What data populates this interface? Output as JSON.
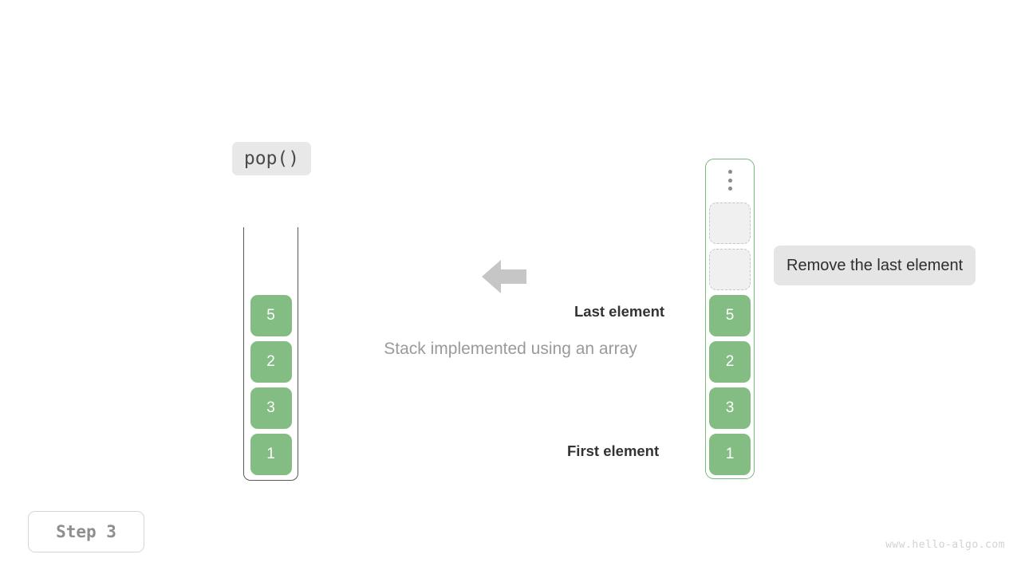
{
  "operation": {
    "label": "pop()"
  },
  "caption": {
    "text": "Stack implemented using an array"
  },
  "note": {
    "text": "Remove the last element"
  },
  "annotations": {
    "last_element": "Last element",
    "first_element": "First element"
  },
  "step": {
    "label": "Step 3"
  },
  "watermark": {
    "text": "www.hello-algo.com"
  },
  "stack": {
    "name": "stack-container",
    "open_top": true,
    "items": [
      {
        "value": "5",
        "state": "filled"
      },
      {
        "value": "2",
        "state": "filled"
      },
      {
        "value": "3",
        "state": "filled"
      },
      {
        "value": "1",
        "state": "filled"
      }
    ]
  },
  "array": {
    "name": "array-container",
    "ellipsis_icon": "vertical-ellipsis-icon",
    "slots": [
      {
        "value": "",
        "state": "empty"
      },
      {
        "value": "",
        "state": "empty"
      },
      {
        "value": "5",
        "state": "filled"
      },
      {
        "value": "2",
        "state": "filled"
      },
      {
        "value": "3",
        "state": "filled"
      },
      {
        "value": "1",
        "state": "filled"
      }
    ]
  },
  "arrow": {
    "icon": "arrow-left-icon",
    "direction": "left"
  },
  "colors": {
    "element_fill": "#84bd84",
    "element_text": "#ffffff",
    "empty_fill": "#f0f0f0",
    "empty_border": "#c6c6c6",
    "array_border": "#78b978",
    "stack_border": "#5a5a5a",
    "chip_bg": "#e8e8e8",
    "note_bg": "#e5e5e5",
    "arrow_fill": "#c6c6c6",
    "caption_text": "#9a9a9a",
    "annotation_text": "#333333",
    "step_text": "#8e8e8e",
    "watermark_text": "#d2d2d2"
  }
}
